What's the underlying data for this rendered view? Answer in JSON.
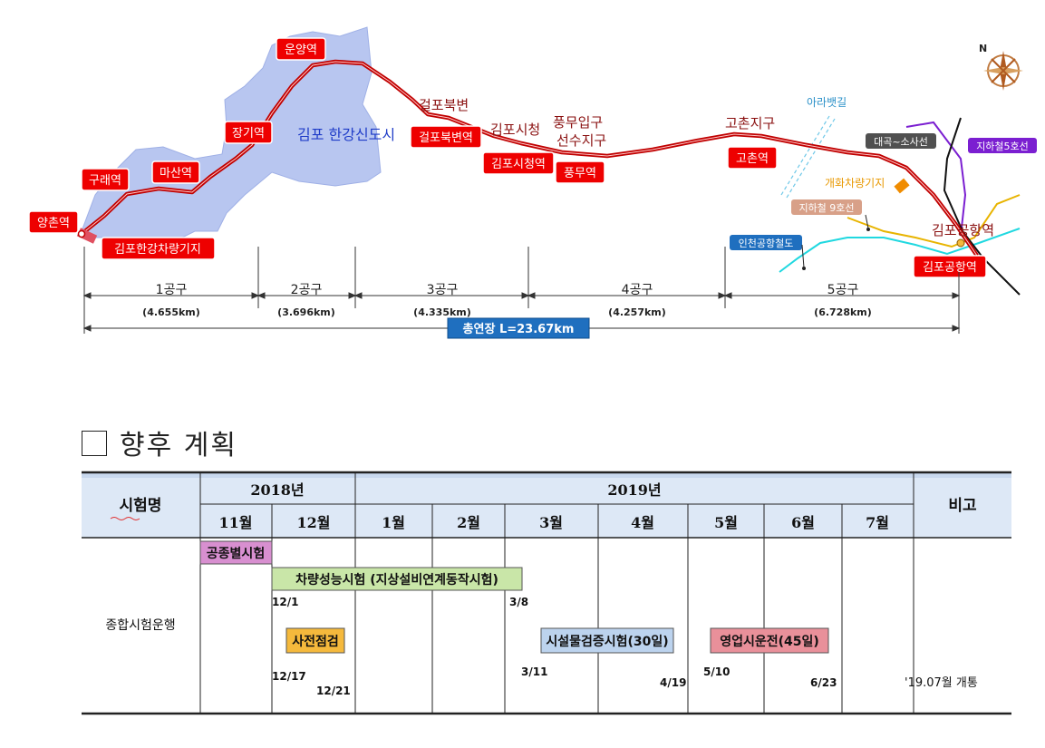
{
  "route_map": {
    "region_label": "김포  한강신도시",
    "compass_label": "N",
    "stations": [
      {
        "id": "yangchon",
        "label": "양촌역"
      },
      {
        "id": "depot",
        "label": "김포한강차량기지"
      },
      {
        "id": "gurae",
        "label": "구래역"
      },
      {
        "id": "masan",
        "label": "마산역"
      },
      {
        "id": "janggi",
        "label": "장기역"
      },
      {
        "id": "unyang",
        "label": "운양역"
      },
      {
        "id": "geolpo_bukbyeon",
        "label": "걸포북변역"
      },
      {
        "id": "gimpo_sicheong",
        "label": "김포시청역"
      },
      {
        "id": "pungmu",
        "label": "풍무역"
      },
      {
        "id": "gochon",
        "label": "고촌역"
      },
      {
        "id": "gimpo_airport",
        "label": "김포공항역"
      }
    ],
    "place_labels": {
      "geolpo_bukbyeon": "걸포북변",
      "gimpo_sicheong": "김포시청",
      "pungmu_line1": "풍무입구",
      "pungmu_line2": "선수지구",
      "gochon": "고촌지구",
      "gimpo_airport": "김포공항역",
      "arabaet": "아라뱃길",
      "gaehwa_depot": "개화차량기지"
    },
    "line_tags": {
      "daegok_sosa": "대곡~소사선",
      "line5": "지하철5호선",
      "line9": "지하철 9호선",
      "incheon_airport": "인천공항철도"
    },
    "sections": [
      {
        "name": "1공구",
        "length": "(4.655km)"
      },
      {
        "name": "2공구",
        "length": "(3.696km)"
      },
      {
        "name": "3공구",
        "length": "(4.335km)"
      },
      {
        "name": "4공구",
        "length": "(4.257km)"
      },
      {
        "name": "5공구",
        "length": "(6.728km)"
      }
    ],
    "total_length": "총연장 L=23.67km",
    "colors": {
      "route": "#c00000",
      "tag_fill": "#ee0000",
      "region": "#b8c6f0",
      "line5": "#7b1fd1",
      "line9": "#e8b400",
      "airport_rail": "#20d8e0",
      "total_badge": "#1f6fbf"
    }
  },
  "plan": {
    "title": "향후 계획",
    "header": {
      "test_name": "시험명",
      "year_2018": "2018년",
      "year_2019": "2019년",
      "remarks": "비고",
      "months": [
        "11월",
        "12월",
        "1월",
        "2월",
        "3월",
        "4월",
        "5월",
        "6월",
        "7월"
      ]
    },
    "row_label": "종합시험운행",
    "tasks": [
      {
        "label": "공종별시험",
        "color": "#d88fd0"
      },
      {
        "label": "차량성능시험 (지상설비연계동작시험)",
        "color": "#c9e6a8"
      },
      {
        "label": "사전점검",
        "color": "#f5b93c"
      },
      {
        "label": "시설물검증시험(30일)",
        "color": "#bcd3ee"
      },
      {
        "label": "영업시운전(45일)",
        "color": "#e9909a"
      }
    ],
    "dates": [
      "12/1",
      "3/8",
      "12/17",
      "12/21",
      "3/11",
      "4/19",
      "5/10",
      "6/23"
    ],
    "remark": "'19.07월 개통"
  }
}
